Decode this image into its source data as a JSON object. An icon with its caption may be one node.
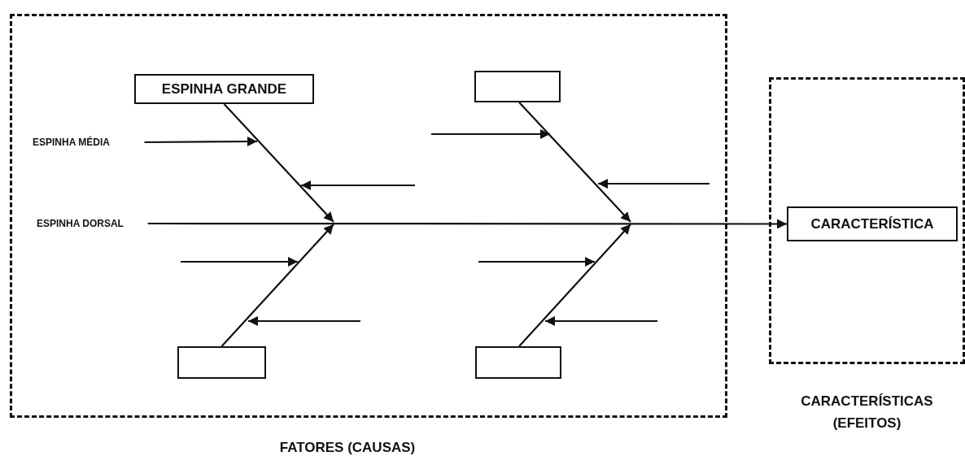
{
  "diagram": {
    "nodes": [
      {
        "text": [
          "FATORES (CAUSAS)"
        ]
      },
      {
        "text": [
          "CARACTERÍSTICAS (EFEITOS)"
        ]
      },
      {
        "text": [
          "ESPINHA GRANDE"
        ],
        "in": 0
      },
      {
        "text": [],
        "shape": "box",
        "in": 0
      },
      {
        "text": [],
        "shape": "box",
        "in": 0
      },
      {
        "text": [],
        "shape": "box",
        "in": 0
      },
      {
        "text": [
          "CARACTERÍSTICA"
        ],
        "in": 1
      },
      {
        "text": [
          "ESPINHA MÉDIA"
        ],
        "in": 0
      },
      {
        "text": [
          "ESPINHA DORSAL"
        ],
        "in": 0
      }
    ],
    "edges": [
      {
        "from": 8,
        "to": 6,
        "arrow": "to"
      },
      {
        "from": 2,
        "to": null,
        "arrow": "to"
      },
      {
        "from": 3,
        "to": null,
        "arrow": "to"
      },
      {
        "from": 4,
        "to": null,
        "arrow": "to"
      },
      {
        "from": 5,
        "to": null,
        "arrow": "to"
      },
      {
        "from": 7,
        "to": null,
        "arrow": "to"
      }
    ]
  }
}
